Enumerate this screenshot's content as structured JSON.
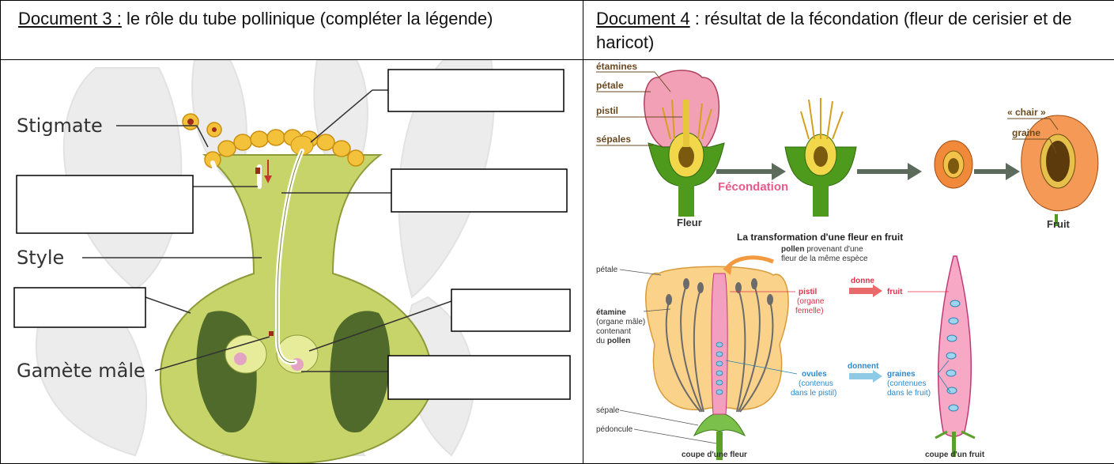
{
  "doc3": {
    "title_ref": "Document 3 :",
    "title_rest": " le rôle du tube pollinique (compléter la légende)",
    "labels": {
      "stigmate": "Stigmate",
      "style": "Style",
      "gamete": "Gamète mâle"
    }
  },
  "doc4": {
    "title_ref": "Document 4",
    "title_rest": " : résultat de la fécondation (fleur de cerisier et de haricot)",
    "top": {
      "etamines": "étamines",
      "petale": "pétale",
      "pistil": "pistil",
      "sepales": "sépales",
      "fecondation": "Fécondation",
      "fleur": "Fleur",
      "fruit": "Fruit",
      "chair": "« chair »",
      "graine": "graine",
      "caption": "La transformation d'une fleur en fruit"
    },
    "bottom": {
      "petale": "pétale",
      "pollen_bold": "pollen",
      "pollen_rest1": " provenant d'une",
      "pollen_rest2": "fleur de la même espèce",
      "pistil": "pistil",
      "organe_femelle1": "(organe",
      "organe_femelle2": "femelle)",
      "donne": "donne",
      "fruit": "fruit",
      "etamine": "étamine",
      "etamine_l2": "(organe mâle)",
      "etamine_l3": "contenant",
      "etamine_l4a": "du ",
      "etamine_l4b": "pollen",
      "ovules": "ovules",
      "ovules_l2": "(contenus",
      "ovules_l3": "dans le pistil)",
      "donnent": "donnent",
      "graines": "graines",
      "graines_l2": "(contenues",
      "graines_l3": "dans le fruit)",
      "sepale": "sépale",
      "pedoncule": "pédoncule",
      "coupe_fleur": "coupe d'une fleur",
      "coupe_fruit": "coupe d'un fruit"
    }
  }
}
